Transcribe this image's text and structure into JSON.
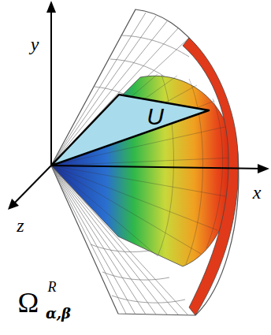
{
  "diagram": {
    "nodes": [
      {
        "text": [
          "U"
        ]
      }
    ],
    "labels": [
      "y",
      "x",
      "z",
      "Ω",
      "R",
      "α,β"
    ]
  }
}
